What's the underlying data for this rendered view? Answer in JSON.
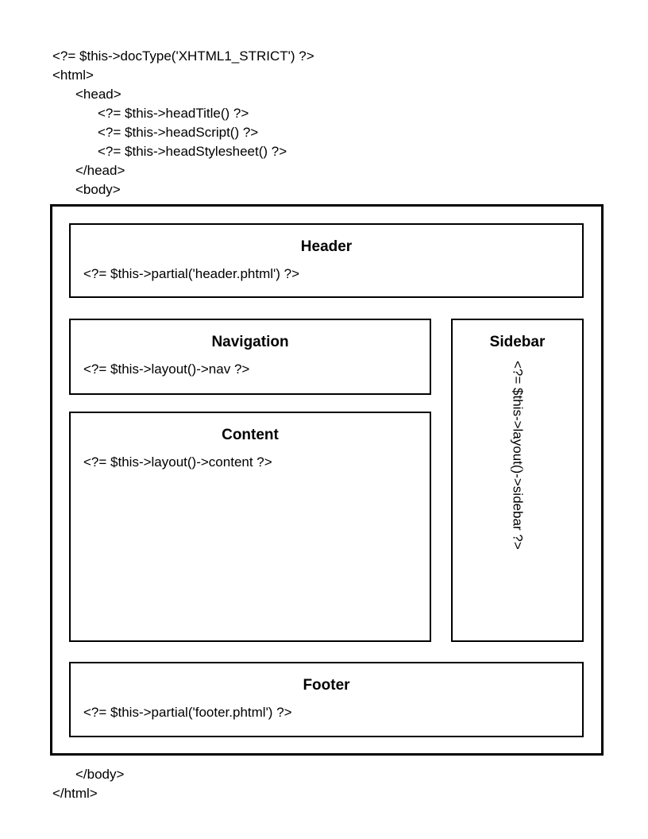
{
  "colors": {
    "background": "#ffffff",
    "text": "#000000",
    "border": "#000000"
  },
  "code_top": {
    "lines": [
      "<?= $this->docType('XHTML1_STRICT') ?>",
      "<html>",
      "<head>",
      "<?= $this->headTitle() ?>",
      "<?= $this->headScript() ?>",
      "<?= $this->headStylesheet() ?>",
      "</head>",
      "<body>"
    ]
  },
  "diagram": {
    "header": {
      "title": "Header",
      "code": "<?= $this->partial('header.phtml') ?>"
    },
    "navigation": {
      "title": "Navigation",
      "code": "<?= $this->layout()->nav ?>"
    },
    "content": {
      "title": "Content",
      "code": "<?= $this->layout()->content ?>"
    },
    "sidebar": {
      "title": "Sidebar",
      "code": "<?= $this->layout()->sidebar ?>"
    },
    "footer": {
      "title": "Footer",
      "code": "<?= $this->partial('footer.phtml') ?>"
    }
  },
  "code_bottom": {
    "lines": [
      "</body>",
      "</html>"
    ]
  }
}
